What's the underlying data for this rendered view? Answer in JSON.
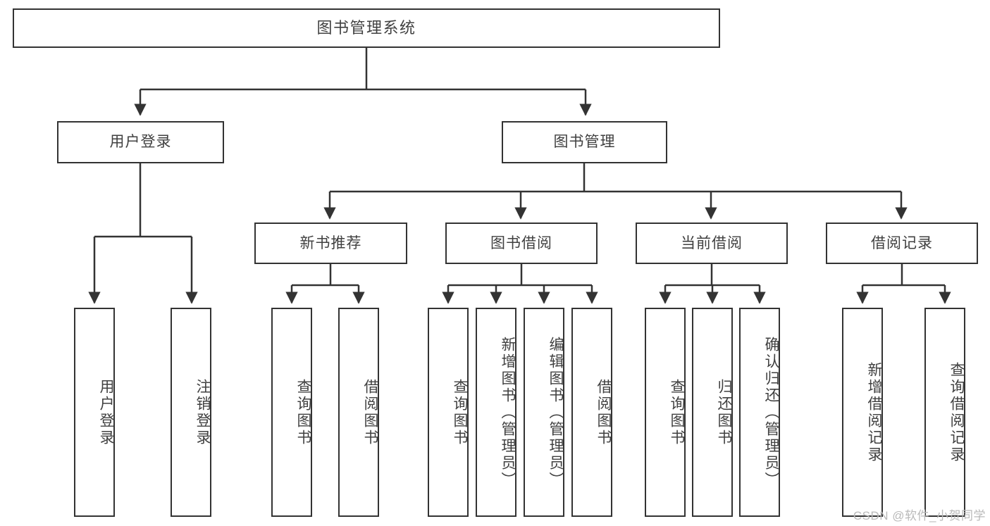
{
  "diagram": {
    "type": "tree",
    "title_node": {
      "id": "root",
      "label": "图书管理系统"
    },
    "level1": [
      {
        "id": "user-login",
        "label": "用户登录"
      },
      {
        "id": "book-manage",
        "label": "图书管理"
      }
    ],
    "level2": [
      {
        "id": "new-book-recommend",
        "label": "新书推荐",
        "parent": "book-manage"
      },
      {
        "id": "book-borrow",
        "label": "图书借阅",
        "parent": "book-manage"
      },
      {
        "id": "current-borrow",
        "label": "当前借阅",
        "parent": "book-manage"
      },
      {
        "id": "borrow-record",
        "label": "借阅记录",
        "parent": "book-manage"
      }
    ],
    "leaves": {
      "user_login": [
        {
          "id": "leaf-user-login",
          "label": "用户登录"
        },
        {
          "id": "leaf-logout-login",
          "label": "注销登录"
        }
      ],
      "new_book_recommend": [
        {
          "id": "leaf-query-book-1",
          "label": "查询图书"
        },
        {
          "id": "leaf-borrow-book-1",
          "label": "借阅图书"
        }
      ],
      "book_borrow": [
        {
          "id": "leaf-query-book-2",
          "label": "查询图书"
        },
        {
          "id": "leaf-add-book",
          "label": "新增图书（管理员）"
        },
        {
          "id": "leaf-edit-book",
          "label": "编辑图书（管理员）"
        },
        {
          "id": "leaf-borrow-book-2",
          "label": "借阅图书"
        }
      ],
      "current_borrow": [
        {
          "id": "leaf-query-book-3",
          "label": "查询图书"
        },
        {
          "id": "leaf-return-book",
          "label": "归还图书"
        },
        {
          "id": "leaf-confirm-return",
          "label": "确认归还（管理员）"
        }
      ],
      "borrow_record": [
        {
          "id": "leaf-add-record",
          "label": "新增借阅记录"
        },
        {
          "id": "leaf-query-record",
          "label": "查询借阅记录"
        }
      ]
    },
    "colors": {
      "box_border": "#333333",
      "box_fill": "#ffffff",
      "text": "#404040",
      "connector": "#333333",
      "watermark": "#b9b9b9",
      "background": "#ffffff"
    }
  },
  "watermark": {
    "text": "CSDN @软件_小贺同学"
  }
}
